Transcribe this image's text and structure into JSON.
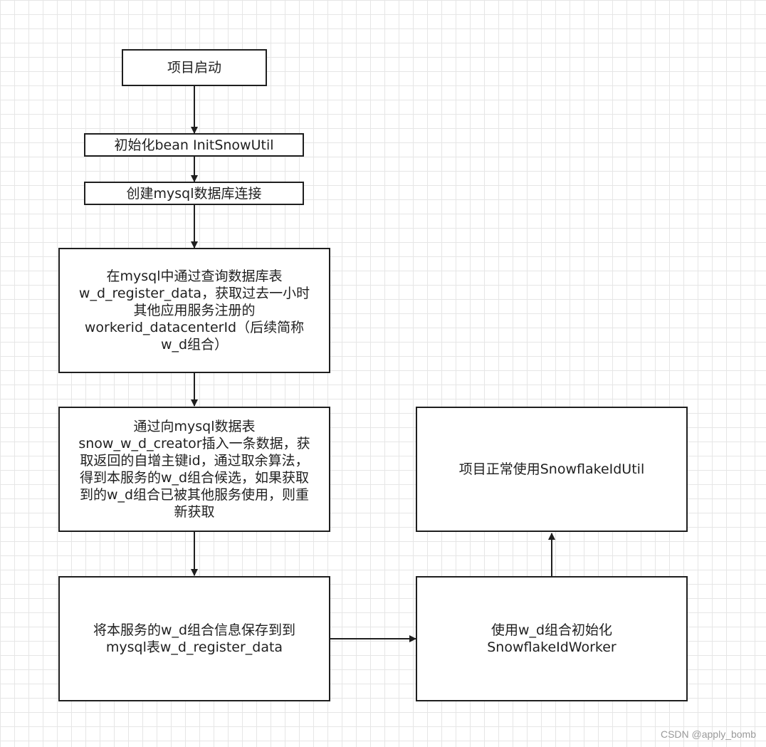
{
  "nodes": {
    "project_start": "项目启动",
    "init_bean": "初始化bean InitSnowUtil",
    "create_conn": "创建mysql数据库连接",
    "query_table": [
      "在mysql中通过查询数据库表",
      "w_d_register_data，获取过去一小时",
      "其他应用服务注册的",
      "workerid_datacenterId（后续简称",
      "w_d组合）"
    ],
    "insert_creator": [
      "通过向mysql数据表",
      "snow_w_d_creator插入一条数据，获",
      "取返回的自增主键id，通过取余算法，",
      "得到本服务的w_d组合候选，如果获取",
      "到的w_d组合已被其他服务使用，则重",
      "新获取"
    ],
    "save_register": [
      "将本服务的w_d组合信息保存到到",
      "mysql表w_d_register_data"
    ],
    "init_worker": [
      "使用w_d组合初始化",
      "SnowflakeIdWorker"
    ],
    "normal_use": "项目正常使用SnowflakeIdUtil"
  },
  "watermark": "CSDN @apply_bomb"
}
